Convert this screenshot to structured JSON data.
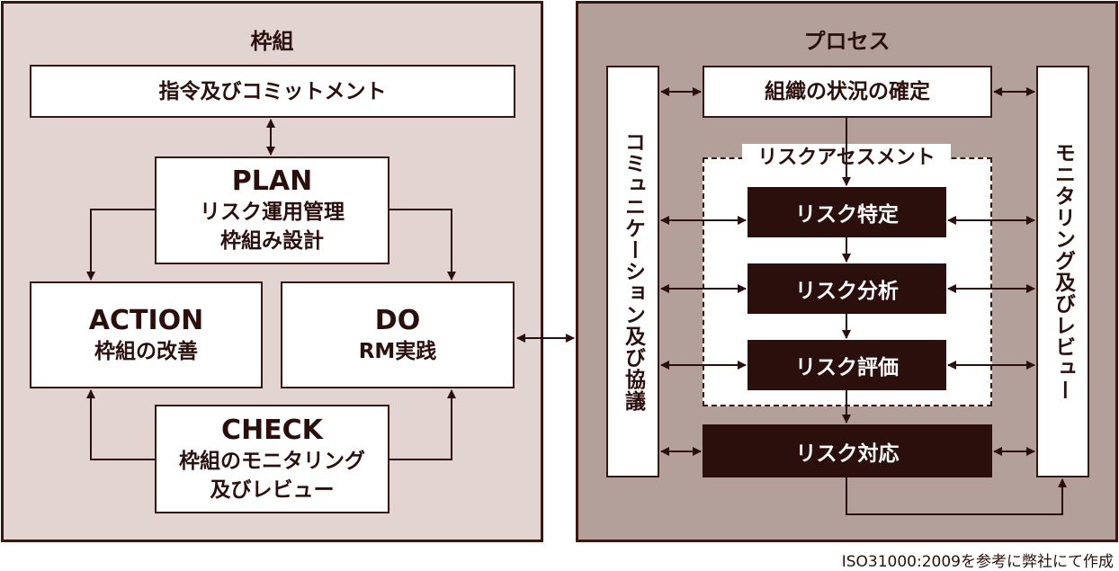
{
  "framework": {
    "title": "枠組",
    "commitment": "指令及びコミットメント",
    "plan": {
      "heading": "PLAN",
      "line1": "リスク運用管理",
      "line2": "枠組み設計"
    },
    "action": {
      "heading": "ACTION",
      "line1": "枠組の改善"
    },
    "do": {
      "heading": "DO",
      "line1": "RM実践"
    },
    "check": {
      "heading": "CHECK",
      "line1": "枠組のモニタリング",
      "line2": "及びレビュー"
    }
  },
  "process": {
    "title": "プロセス",
    "context": "組織の状況の確定",
    "communication": "コミュニケーション及び協議",
    "monitoring": "モニタリング及びレビュー",
    "assessment_label": "リスクアセスメント",
    "identification": "リスク特定",
    "analysis": "リスク分析",
    "evaluation": "リスク評価",
    "treatment": "リスク対応"
  },
  "footnote": "ISO31000:2009を参考に弊社にて作成",
  "colors": {
    "dark": "#2b0f0c",
    "left_panel": "#e2d4d0",
    "right_panel": "#b3a09a"
  }
}
